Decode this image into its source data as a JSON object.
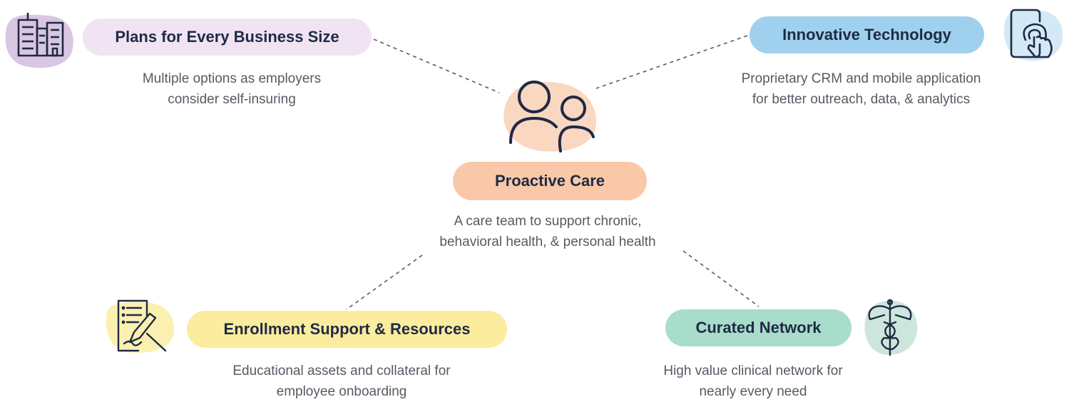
{
  "colors": {
    "line": "#5a5a5a",
    "ink": "#1f2a44",
    "desc": "#555b63",
    "plans": "#f0e4f2",
    "plans_blob": "#d9c6e3",
    "tech": "#9fd1ee",
    "tech_blob": "#d4e9f6",
    "care": "#f8c8a8",
    "care_blob": "#fad7c0",
    "enroll": "#fbec9e",
    "enroll_blob": "#fbf0b0",
    "network": "#a8dccb",
    "network_blob": "#cde6dc"
  },
  "nodes": {
    "plans": {
      "title": "Plans for Every Business Size",
      "desc_line1": "Multiple options as employers",
      "desc_line2": "consider self-insuring",
      "icon": "office-buildings-icon"
    },
    "tech": {
      "title": "Innovative Technology",
      "desc_line1": "Proprietary CRM and mobile application",
      "desc_line2": "for better outreach, data, & analytics",
      "icon": "mobile-touch-icon"
    },
    "care": {
      "title": "Proactive Care",
      "desc_line1": "A care team to support chronic,",
      "desc_line2": "behavioral health, & personal health",
      "icon": "care-team-people-icon"
    },
    "enroll": {
      "title": "Enrollment Support & Resources",
      "desc_line1": "Educational assets and collateral for",
      "desc_line2": "employee onboarding",
      "icon": "form-and-pen-icon"
    },
    "network": {
      "title": "Curated Network",
      "desc_line1": "High value clinical network for",
      "desc_line2": "nearly every need",
      "icon": "caduceus-icon"
    }
  }
}
